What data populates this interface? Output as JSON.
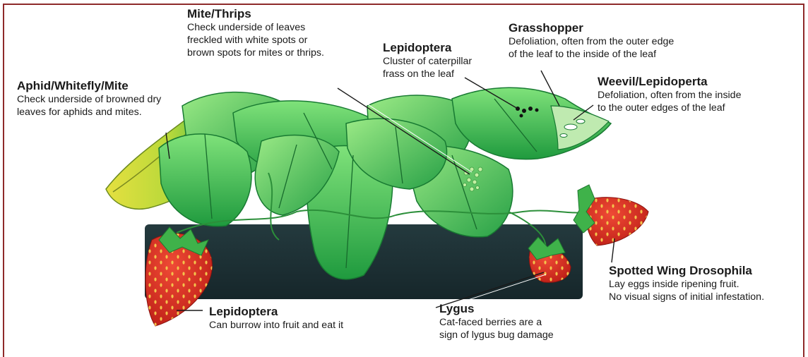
{
  "colors": {
    "border": "#8e2a2a",
    "leaf_light": "#5ed86b",
    "leaf_dark": "#1f8a3a",
    "leaf_yellow": "#d9e23a",
    "tube": "#1d3033",
    "berry": "#d62a1f",
    "seed": "#f2c14a"
  },
  "labels": {
    "mite_thrips": {
      "title": "Mite/Thrips",
      "lines": [
        "Check underside of leaves",
        "freckled with white spots or",
        "brown spots for mites or thrips."
      ]
    },
    "lepidoptera_leaf": {
      "title": "Lepidoptera",
      "lines": [
        "Cluster of caterpillar",
        "frass on the leaf"
      ]
    },
    "grasshopper": {
      "title": "Grasshopper",
      "lines": [
        "Defoliation, often from the outer edge",
        "of the leaf to the inside of the leaf"
      ]
    },
    "weevil": {
      "title": "Weevil/Lepidoperta",
      "lines": [
        "Defoliation, often from the inside",
        "to the outer edges of the leaf"
      ]
    },
    "aphid": {
      "title": "Aphid/Whitefly/Mite",
      "lines": [
        "Check underside of browned dry",
        "leaves for aphids and mites."
      ]
    },
    "swd": {
      "title": "Spotted Wing Drosophila",
      "lines": [
        "Lay eggs inside ripening fruit.",
        "No visual signs of initial infestation."
      ]
    },
    "lepidoptera_fruit": {
      "title": "Lepidoptera",
      "lines": [
        "Can burrow into fruit and eat it"
      ]
    },
    "lygus": {
      "title": "Lygus",
      "lines": [
        "Cat-faced berries are a",
        "sign of lygus bug damage"
      ]
    }
  }
}
